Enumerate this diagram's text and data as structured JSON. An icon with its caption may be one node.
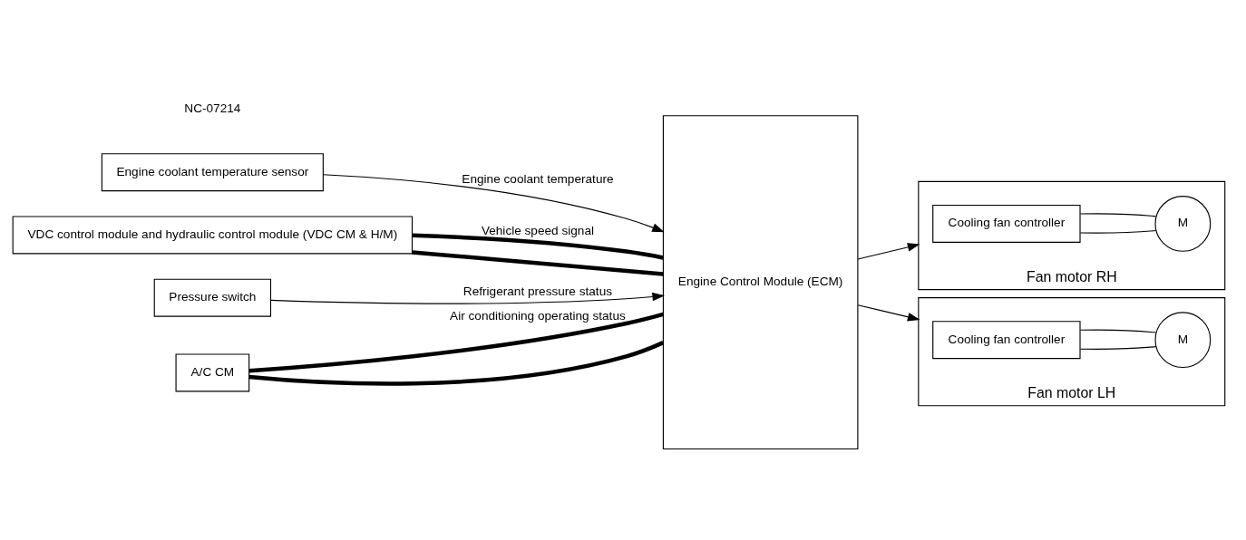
{
  "diagram": {
    "nodes": [
      {
        "text": [
          "Engine coolant temperature sensor"
        ]
      },
      {
        "text": [
          "VDC control module and hydraulic control module (VDC CM & H/M)"
        ]
      },
      {
        "text": [
          "Pressure switch"
        ]
      },
      {
        "text": [
          "A/C CM"
        ]
      },
      {
        "text": [
          "Engine Control Module (ECM)"
        ]
      },
      {
        "text": [
          "Fan motor RH"
        ]
      },
      {
        "text": [
          "Cooling fan controller"
        ],
        "in": 5
      },
      {
        "text": [
          "M"
        ],
        "in": 5
      },
      {
        "text": [
          "Fan motor LH"
        ]
      },
      {
        "text": [
          "Cooling fan controller"
        ],
        "in": 8
      },
      {
        "text": [
          "M"
        ],
        "in": 8
      }
    ],
    "edges": [
      {
        "from": 0,
        "to": 4,
        "arrow": "to",
        "label": "Engine coolant temperature"
      },
      {
        "from": 1,
        "to": 4,
        "arrow": "none",
        "style": "thick",
        "label": "Vehicle speed signal"
      },
      {
        "from": 1,
        "to": 4,
        "arrow": "none",
        "style": "thick"
      },
      {
        "from": 2,
        "to": 4,
        "arrow": "to",
        "label": "Refrigerant pressure status"
      },
      {
        "from": 3,
        "to": 4,
        "arrow": "none",
        "style": "thick",
        "label": "Air conditioning operating status"
      },
      {
        "from": 3,
        "to": 4,
        "arrow": "none",
        "style": "thick"
      },
      {
        "from": 4,
        "to": 5,
        "arrow": "to"
      },
      {
        "from": 4,
        "to": 8,
        "arrow": "to"
      },
      {
        "from": 6,
        "to": 7,
        "arrow": "none"
      },
      {
        "from": 6,
        "to": 7,
        "arrow": "none"
      },
      {
        "from": 9,
        "to": 10,
        "arrow": "none"
      },
      {
        "from": 9,
        "to": 10,
        "arrow": "none"
      }
    ],
    "labels": [
      "NC-07214"
    ]
  }
}
